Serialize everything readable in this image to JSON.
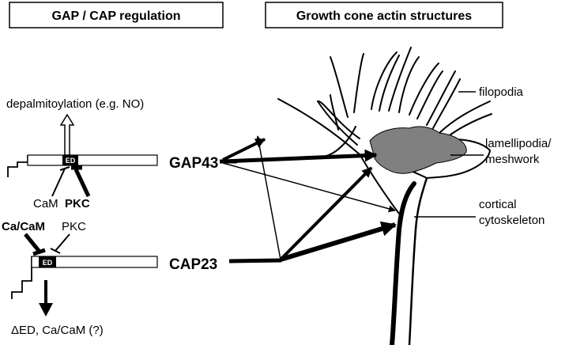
{
  "left_panel": {
    "title": "GAP / CAP  regulation",
    "depalmitoylation": "depalmitoylation (e.g. NO)",
    "gap_domain": "ED",
    "gap_protein": "GAP43",
    "gap_regulators": {
      "cam": "CaM",
      "pkc": "PKC"
    },
    "cap_regulators": {
      "cacam": "Ca/CaM",
      "pkc": "PKC"
    },
    "cap_domain": "ED",
    "cap_protein": "CAP23",
    "cap_outcome": "ΔED, Ca/CaM (?)"
  },
  "right_panel": {
    "title": "Growth cone actin structures",
    "labels": {
      "filopodia": "filopodia",
      "lamellipodia_line1": "lamellipodia/",
      "lamellipodia_line2": "meshwork",
      "cortical_line1": "cortical",
      "cortical_line2": "cytoskeleton"
    }
  },
  "colors": {
    "ink": "#000000",
    "lamellipodia_fill": "#808080",
    "background": "#ffffff"
  }
}
